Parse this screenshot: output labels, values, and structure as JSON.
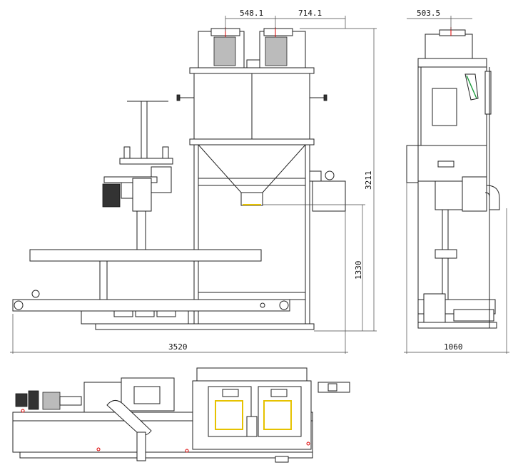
{
  "dimensions": {
    "front_top_left": "548.1",
    "front_top_right": "714.1",
    "side_top": "503.5",
    "total_height": "3211",
    "discharge_height": "1330",
    "total_width": "3520",
    "side_width": "1060"
  },
  "colors": {
    "line": "#222222",
    "highlight_yellow": "#e6c200",
    "highlight_green": "#1a9a3a",
    "marker_red": "#dd0000"
  }
}
